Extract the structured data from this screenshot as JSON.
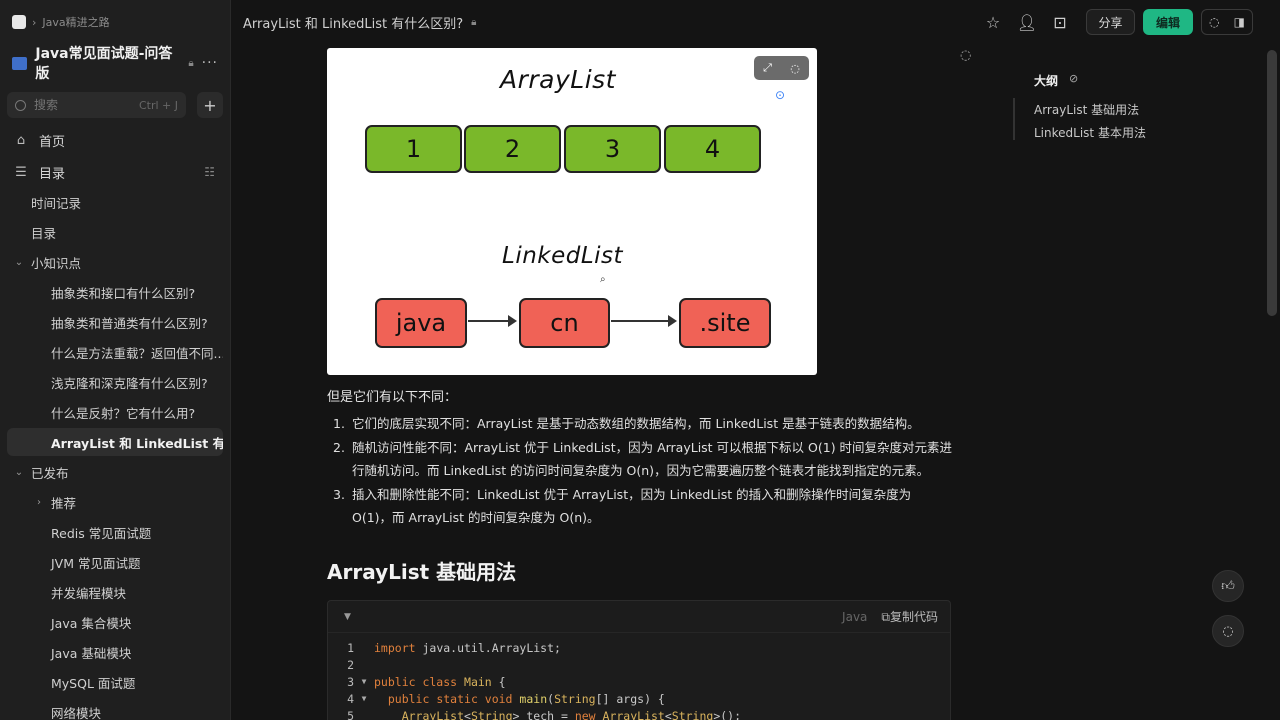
{
  "sidebar": {
    "breadcrumb": "Java精进之路",
    "book_title": "Java常见面试题-问答版",
    "more": "···",
    "search_placeholder": "搜索",
    "search_shortcut": "Ctrl + J",
    "plus": "+",
    "nav": {
      "home": "首页",
      "toc": "目录"
    },
    "tree": [
      {
        "label": "时间记录"
      },
      {
        "label": "目录"
      },
      {
        "label": "小知识点"
      },
      {
        "label": "抽象类和接口有什么区别?"
      },
      {
        "label": "抽象类和普通类有什么区别?"
      },
      {
        "label": "什么是方法重载？返回值不同..."
      },
      {
        "label": "浅克隆和深克隆有什么区别?"
      },
      {
        "label": "什么是反射？它有什么用?"
      },
      {
        "label": "ArrayList 和 LinkedList 有什..."
      },
      {
        "label": "已发布"
      },
      {
        "label": "推荐"
      },
      {
        "label": "Redis 常见面试题"
      },
      {
        "label": "JVM 常见面试题"
      },
      {
        "label": "并发编程模块"
      },
      {
        "label": "Java 集合模块"
      },
      {
        "label": "Java 基础模块"
      },
      {
        "label": "MySQL 面试题"
      },
      {
        "label": "网络模块"
      }
    ]
  },
  "topbar": {
    "doc_title": "ArrayList 和 LinkedList 有什么区别?",
    "share": "分享",
    "edit": "编辑"
  },
  "figure": {
    "title1": "ArrayList",
    "boxes": [
      "1",
      "2",
      "3",
      "4"
    ],
    "title2": "LinkedList",
    "nodes": [
      "java",
      "cn",
      ".site"
    ]
  },
  "content": {
    "intro": "但是它们有以下不同：",
    "list": [
      {
        "num": "1.",
        "text": "它们的底层实现不同：ArrayList 是基于动态数组的数据结构，而 LinkedList 是基于链表的数据结构。"
      },
      {
        "num": "2.",
        "text": "随机访问性能不同：ArrayList 优于 LinkedList，因为 ArrayList 可以根据下标以 O(1) 时间复杂度对元素进行随机访问。而 LinkedList 的访问时间复杂度为 O(n)，因为它需要遍历整个链表才能找到指定的元素。"
      },
      {
        "num": "3.",
        "text": "插入和删除性能不同：LinkedList 优于 ArrayList，因为 LinkedList 的插入和删除操作时间复杂度为 O(1)，而 ArrayList 的时间复杂度为 O(n)。"
      }
    ],
    "heading": "ArrayList 基础用法",
    "code": {
      "lang": "Java",
      "copy": "复制代码",
      "lines": [
        {
          "n": "1",
          "fold": "",
          "text": "import java.util.ArrayList;"
        },
        {
          "n": "2",
          "fold": "",
          "text": ""
        },
        {
          "n": "3",
          "fold": "▼",
          "text": "public class Main {"
        },
        {
          "n": "4",
          "fold": "▼",
          "text": "  public static void main(String[] args) {"
        },
        {
          "n": "5",
          "fold": "",
          "text": "    ArrayList<String> tech = new ArrayList<String>();"
        }
      ]
    }
  },
  "outline": {
    "title": "大纲",
    "items": [
      "ArrayList 基础用法",
      "LinkedList 基本用法"
    ]
  }
}
